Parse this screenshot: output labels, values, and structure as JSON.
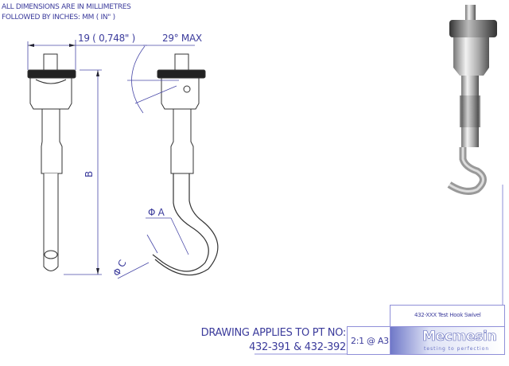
{
  "notes": {
    "line1": "ALL DIMENSIONS ARE IN MILLIMETRES",
    "line2": "FOLLOWED BY INCHES:    MM ( IN\" )"
  },
  "dimensions": {
    "width": "19 ( 0,748\" )",
    "angle": "29° MAX",
    "length": "B",
    "hook_diameter": "Φ A",
    "wire_diameter": "Φ C"
  },
  "title_block": {
    "title": "432-XXX Test Hook Swivel",
    "scale": "2:1 @ A3",
    "applies_label": "DRAWING APPLIES TO PT NO:",
    "part_numbers": "432-391 & 432-392",
    "logo": "Mecmesin",
    "tagline": "testing to perfection"
  },
  "colors": {
    "ink": "#3c3c9c",
    "dim": "#4a4aa8",
    "part": "#333333"
  }
}
